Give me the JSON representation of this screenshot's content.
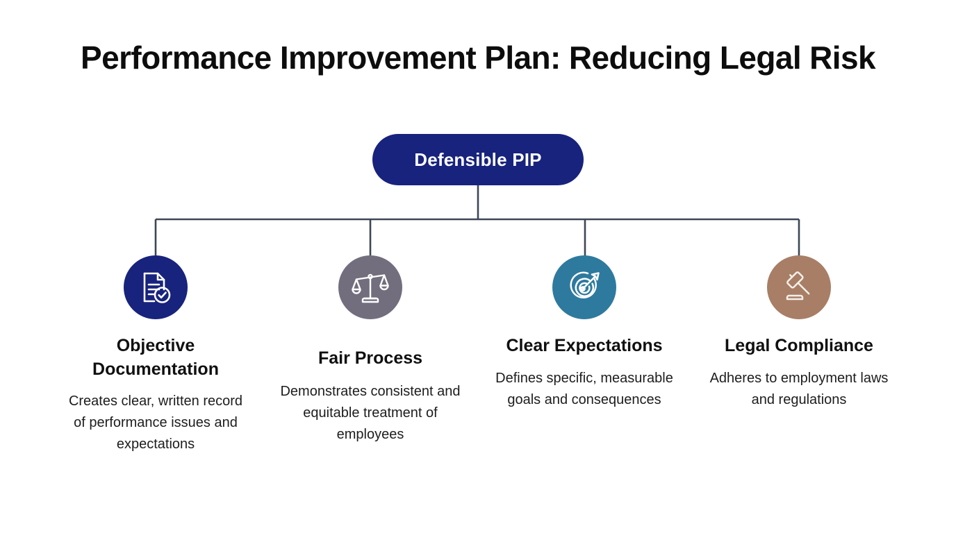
{
  "page": {
    "title": "Performance Improvement Plan: Reducing Legal Risk",
    "background_color": "#ffffff",
    "connector_color": "#3d4756"
  },
  "root": {
    "label": "Defensible PIP",
    "fill_color": "#17237c",
    "text_color": "#ffffff"
  },
  "branches": [
    {
      "icon": "document-check-icon",
      "circle_color": "#17237c",
      "title": "Objective Documentation",
      "title_lines": [
        "Objective",
        "Documentation"
      ],
      "description": "Creates clear, written record of performance issues and expectations",
      "description_lines": [
        "Creates clear, written",
        "record of performance",
        "issues and",
        "expectations"
      ]
    },
    {
      "icon": "balance-scales-icon",
      "circle_color": "#736e7e",
      "title": "Fair Process",
      "title_lines": [
        "Fair Process"
      ],
      "description": "Demonstrates consistent and equitable treatment of employees",
      "description_lines": [
        "Demonstrates",
        "consistent and",
        "equitable treatment",
        "of employees"
      ]
    },
    {
      "icon": "target-arrow-icon",
      "circle_color": "#2e7a9e",
      "title": "Clear Expectations",
      "title_lines": [
        "Clear",
        "Expectations"
      ],
      "description": "Defines specific, measurable goals and consequences",
      "description_lines": [
        "Defines specific,",
        "measurable goals",
        "and consequences"
      ]
    },
    {
      "icon": "gavel-icon",
      "circle_color": "#a87e66",
      "title": "Legal Compliance",
      "title_lines": [
        "Legal",
        "Compliance"
      ],
      "description": "Adheres to employment laws and regulations",
      "description_lines": [
        "Adheres to",
        "employment laws",
        "and regulations"
      ]
    }
  ]
}
